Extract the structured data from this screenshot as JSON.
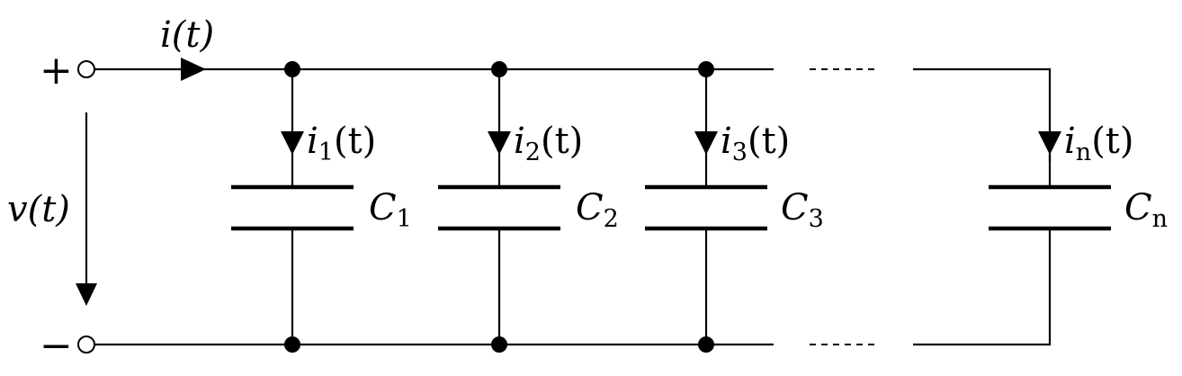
{
  "terminals": {
    "plus": "+",
    "minus": "−"
  },
  "voltage": {
    "text": "v(t)"
  },
  "input_current": {
    "text": "i(t)"
  },
  "branches": [
    {
      "current_label": "i",
      "current_sub": "1",
      "current_tail": "(t)",
      "cap_label": "C",
      "cap_sub": "1"
    },
    {
      "current_label": "i",
      "current_sub": "2",
      "current_tail": "(t)",
      "cap_label": "C",
      "cap_sub": "2"
    },
    {
      "current_label": "i",
      "current_sub": "3",
      "current_tail": "(t)",
      "cap_label": "C",
      "cap_sub": "3"
    },
    {
      "current_label": "i",
      "current_sub": "n",
      "current_tail": "(t)",
      "cap_label": "C",
      "cap_sub": "n"
    }
  ]
}
